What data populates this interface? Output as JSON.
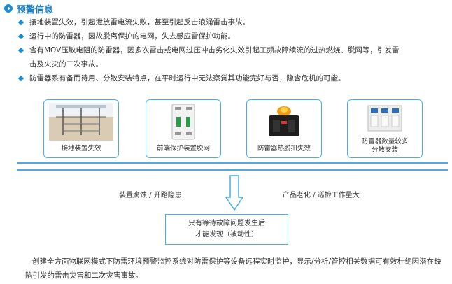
{
  "header": {
    "title": "预警信息"
  },
  "bullets": [
    "接地装置失效，引起泄放雷电流失败，甚至引起反击浪涌雷击事故。",
    "运行中的防雷器，因故脱离保护的电网，失去感应雷保护功能。",
    "含有MOV压敏电阻的防雷器，因多次雷击或电网过压冲击劣化失效引起工频故障续流的过热燃烧、脱网等，引发雷",
    "击及火灾的二次事故。",
    "防雷器系有备而待用、分散安装特点，在平时运行中无法察觉其功能完好与否，隐含危机的可能。"
  ],
  "cards": [
    {
      "label_line1": "接地装置失效",
      "label_line2": ""
    },
    {
      "label_line1": "前端保护装置脱网",
      "label_line2": ""
    },
    {
      "label_line1": "防雷器热脱扣失效",
      "label_line2": ""
    },
    {
      "label_line1": "防雷器数量较多",
      "label_line2": "分散安装"
    }
  ],
  "flow": {
    "left_text": "装置腐蚀 / 开路隐患",
    "right_text": "产品老化 / 巡检工作量大",
    "result_line1": "只有等待故障问题发生后",
    "result_line2": "才能发现（被动性）"
  },
  "summary": "创建全方面物联网模式下防雷环境预警监控系统对防雷保护等设备远程实时监护，显示/分析/管控相关数据可有效杜绝因潜在缺陷引发的雷击灾害和二次灾害事故。",
  "colors": {
    "accent": "#1a8fd6",
    "border": "#4aaee6",
    "text": "#333333"
  }
}
